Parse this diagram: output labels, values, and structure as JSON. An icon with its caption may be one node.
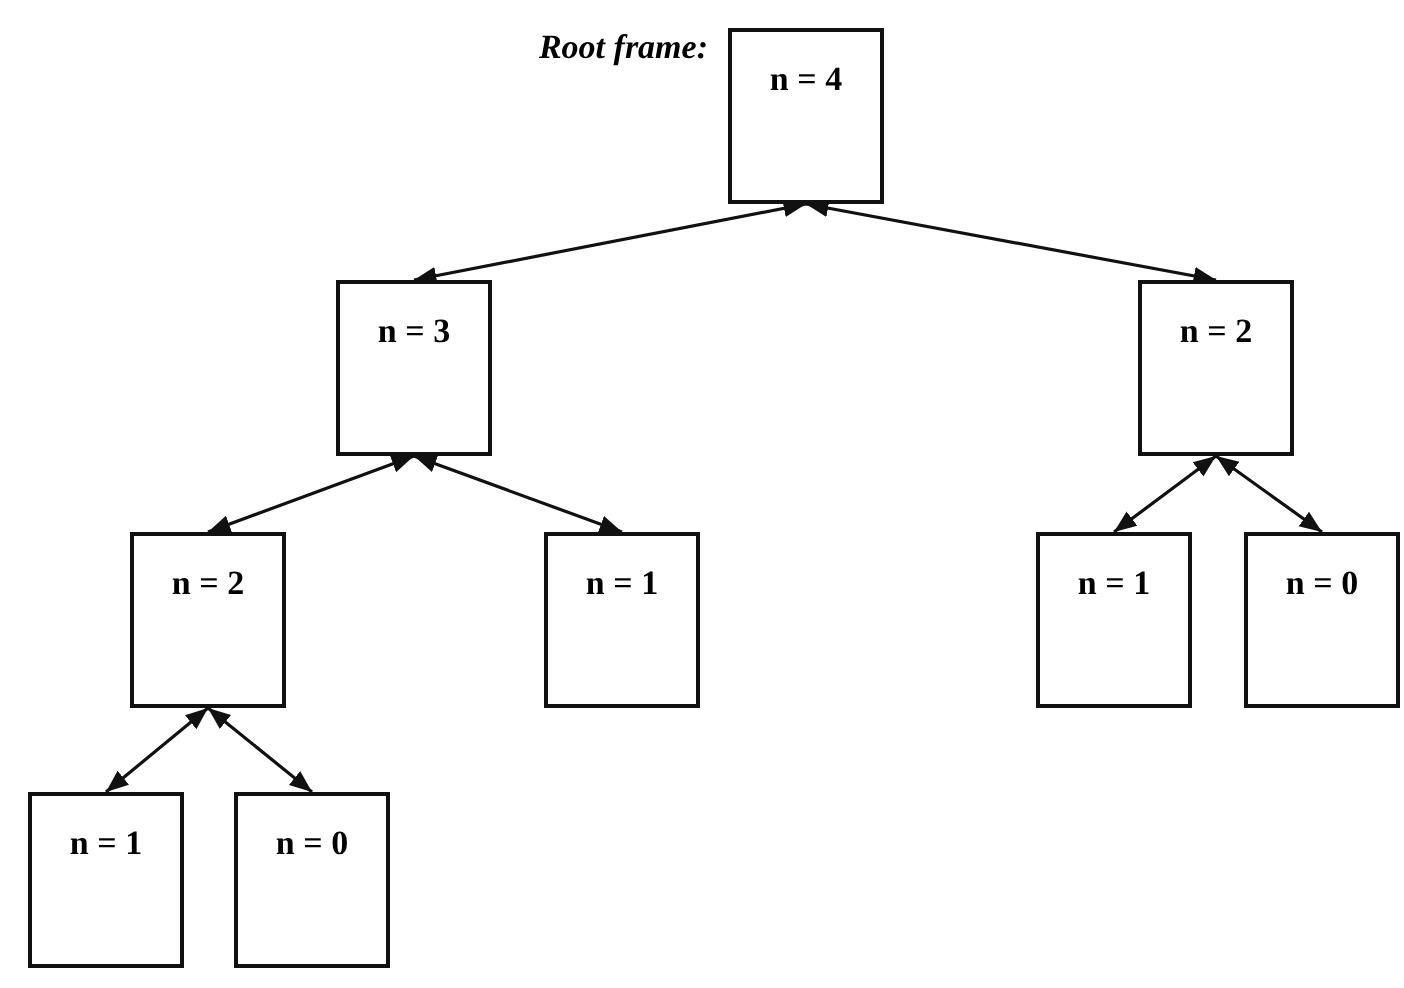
{
  "diagram": {
    "nodes": [
      {
        "text": [
          "n = 4"
        ],
        "beside": [
          "Root frame:"
        ]
      },
      {
        "text": [
          "n = 3"
        ]
      },
      {
        "text": [
          "n = 2"
        ]
      },
      {
        "text": [
          "n = 2"
        ]
      },
      {
        "text": [
          "n = 1"
        ]
      },
      {
        "text": [
          "n = 1"
        ]
      },
      {
        "text": [
          "n = 0"
        ]
      },
      {
        "text": [
          "n = 1"
        ]
      },
      {
        "text": [
          "n = 0"
        ]
      }
    ],
    "edges": [
      {
        "from": 0,
        "to": 1,
        "arrow": "both"
      },
      {
        "from": 0,
        "to": 2,
        "arrow": "both"
      },
      {
        "from": 1,
        "to": 3,
        "arrow": "both"
      },
      {
        "from": 1,
        "to": 4,
        "arrow": "both"
      },
      {
        "from": 2,
        "to": 5,
        "arrow": "both"
      },
      {
        "from": 2,
        "to": 6,
        "arrow": "both"
      },
      {
        "from": 3,
        "to": 7,
        "arrow": "both"
      },
      {
        "from": 3,
        "to": 8,
        "arrow": "both"
      }
    ]
  }
}
